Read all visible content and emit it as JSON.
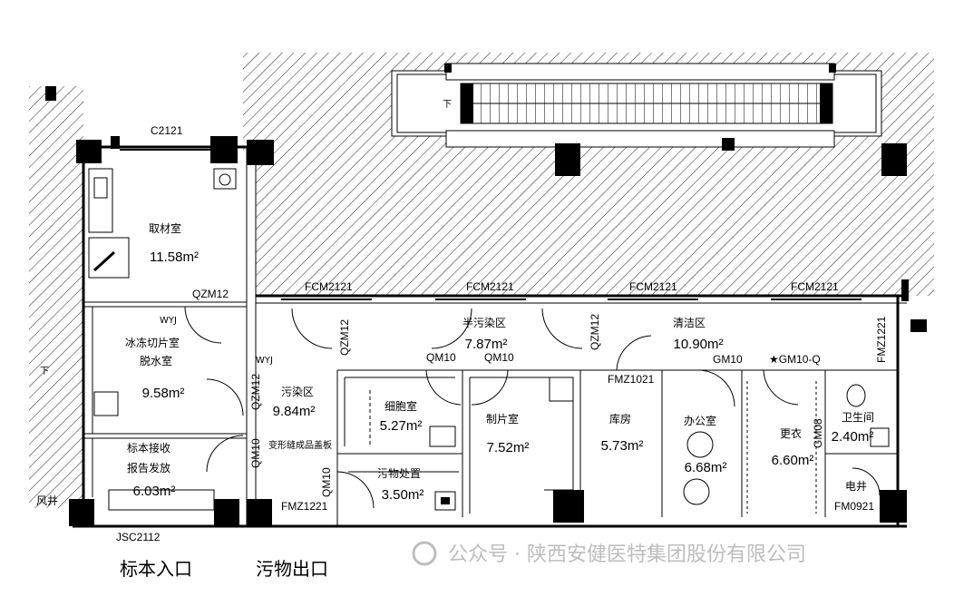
{
  "rooms": {
    "qucai": {
      "name": "取材室",
      "area": "11.58m²"
    },
    "bingdong1": {
      "name": "冰冻切片室",
      "area": "9.58m²"
    },
    "bingdong2": {
      "name": "脱水室"
    },
    "biaoben1": {
      "name": "标本接收"
    },
    "biaoben2": {
      "name": "报告发放",
      "area": "6.03m²"
    },
    "wuran": {
      "name": "污染区",
      "area": "9.84m²"
    },
    "banwuran": {
      "name": "半污染区",
      "area": "7.87m²"
    },
    "xibao": {
      "name": "细胞室",
      "area": "5.27m²"
    },
    "zhipian": {
      "name": "制片室",
      "area": "7.52m²"
    },
    "wuwu": {
      "name": "污物处置",
      "area": "3.50m²"
    },
    "qingjie": {
      "name": "清洁区",
      "area": "10.90m²"
    },
    "kufang": {
      "name": "库房",
      "area": "5.73m²"
    },
    "bangong": {
      "name": "办公室",
      "area": "6.68m²"
    },
    "gengyi": {
      "name": "更衣",
      "area": "6.60m²"
    },
    "weisheng": {
      "name": "卫生间",
      "area": "2.40m²"
    },
    "dianjing": {
      "name": "电井"
    }
  },
  "tags": {
    "c2121": "C2121",
    "qzm12_a": "QZM12",
    "qzm12_b": "QZM12",
    "qzm12_c": "QZM12",
    "qzm12_d": "QZM12",
    "fcm2121_1": "FCM2121",
    "fcm2121_2": "FCM2121",
    "fcm2121_3": "FCM2121",
    "fcm2121_4": "FCM2121",
    "qm10_a": "QM10",
    "qm10_b": "QM10",
    "qm10_c": "QM10",
    "qm10_d": "QM10",
    "gm10_a": "GM10",
    "gm10_q": "★GM10-Q",
    "gm08": "GM08",
    "fmz1021": "FMZ1021",
    "fmz1221_bottom": "FMZ1221",
    "fmz1221_right": "FMZ1221",
    "fm0921": "FM0921",
    "jsc2112": "JSC2112",
    "wyj_1": "WYJ",
    "wyj_2": "WYJ",
    "fengjing": "风井",
    "xia_1": "下",
    "xia_2": "下",
    "transfer": "变形缝成品盖板"
  },
  "labels": {
    "entrance1": "标本入口",
    "entrance2": "污物出口"
  },
  "watermark": {
    "prefix": "公众号 · 陕西安健医特集团股份有限公司"
  }
}
